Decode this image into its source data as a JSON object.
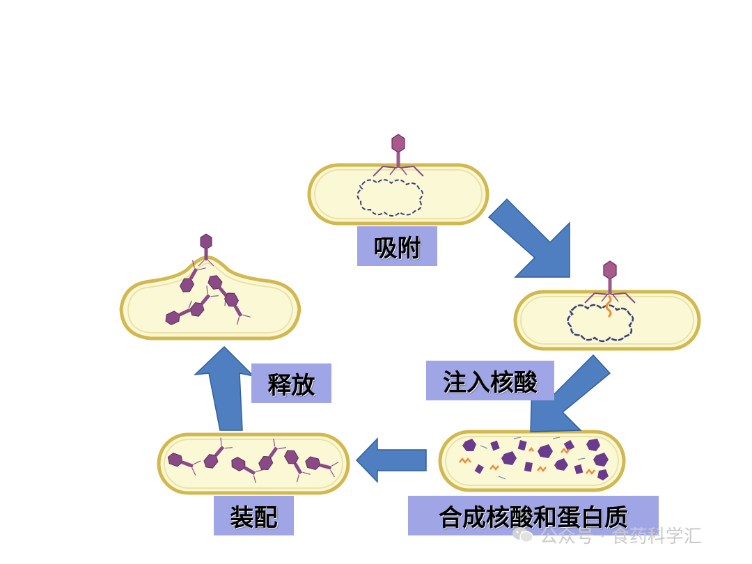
{
  "stages": {
    "adsorption": "吸附",
    "inject": "注入核酸",
    "synthesis": "合成核酸和蛋白质",
    "assembly": "装配",
    "release": "释放"
  },
  "watermark": {
    "text": "公众号 · 食药科学汇",
    "icon": "wechat-icon"
  },
  "colors": {
    "label_bg": "#a0a5e6",
    "arrow": "#4f7fc0",
    "cell_fill": "#fbf8d6",
    "cell_border": "#d2b84e",
    "phage": "#8a4a86",
    "dna": "#3a3f78",
    "protein": "#6a3a8c",
    "nucleic_acid": "#f08a3a"
  }
}
